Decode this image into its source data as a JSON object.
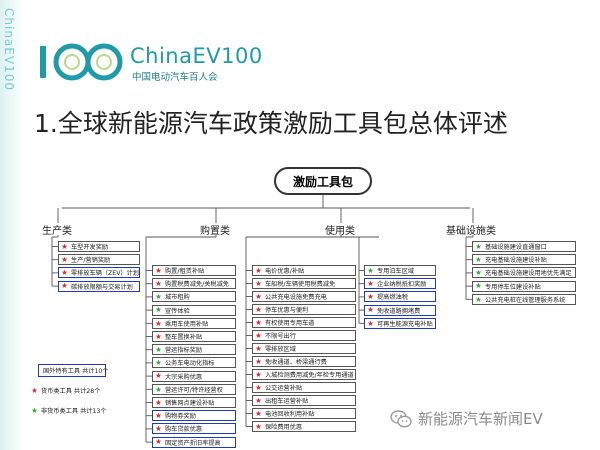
{
  "sidebar": {
    "vertical_text": "ChinaEV100"
  },
  "logo": {
    "brand": "ChinaEV100",
    "subtitle": "中国电动汽车百人会"
  },
  "title": "1.全球新能源汽车政策激励工具包总体评述",
  "diagram": {
    "root": "激励工具包",
    "categories": [
      {
        "label": "生产类",
        "items": [
          {
            "text": "车型开发奖励",
            "star": "red",
            "highlight": false
          },
          {
            "text": "生产/营销奖励",
            "star": "red",
            "highlight": false
          },
          {
            "text": "零排放车辆（ZEV）计划",
            "star": "red",
            "highlight": true
          },
          {
            "text": "碳排放限额与交易计划",
            "star": "red",
            "highlight": true
          }
        ]
      },
      {
        "label": "购置类",
        "items": [
          {
            "text": "购置/租赁补贴",
            "star": "red",
            "highlight": false
          },
          {
            "text": "购置税费减免/关税减免",
            "star": "red",
            "highlight": false
          },
          {
            "text": "城市租购",
            "star": "green",
            "highlight": false
          },
          {
            "text": "宣传体验",
            "star": "green",
            "highlight": false
          },
          {
            "text": "乘用车使用补贴",
            "star": "red",
            "highlight": false
          },
          {
            "text": "整车置换补贴",
            "star": "red",
            "highlight": false
          },
          {
            "text": "营运指标奖励",
            "star": "green",
            "highlight": false
          },
          {
            "text": "公务车电动化指标",
            "star": "green",
            "highlight": false
          },
          {
            "text": "大宗采购优惠",
            "star": "red",
            "highlight": false
          },
          {
            "text": "营运许可/特许经营权",
            "star": "green",
            "highlight": false
          },
          {
            "text": "销售网点建设补贴",
            "star": "red",
            "highlight": false
          },
          {
            "text": "购物券奖励",
            "star": "red",
            "highlight": true
          },
          {
            "text": "购车贷款优惠",
            "star": "red",
            "highlight": true
          },
          {
            "text": "固定资产折旧率提高",
            "star": "red",
            "highlight": true
          }
        ]
      },
      {
        "label": "使用类",
        "items": [
          {
            "text": "电价优惠/补贴",
            "star": "red",
            "highlight": false
          },
          {
            "text": "车船税/车辆使用税费减免",
            "star": "red",
            "highlight": false
          },
          {
            "text": "公共充电设施免费充电",
            "star": "red",
            "highlight": false
          },
          {
            "text": "停车优惠与便利",
            "star": "red",
            "highlight": false
          },
          {
            "text": "有权使用专用车道",
            "star": "red",
            "highlight": false
          },
          {
            "text": "不限号出行",
            "star": "red",
            "highlight": false
          },
          {
            "text": "零排放区域",
            "star": "red",
            "highlight": false
          },
          {
            "text": "免收通道、桥梁通行费",
            "star": "red",
            "highlight": false
          },
          {
            "text": "入城检测费用减免/年检专用通道",
            "star": "red",
            "highlight": false
          },
          {
            "text": "公交运营补贴",
            "star": "red",
            "highlight": false
          },
          {
            "text": "出租车运营补贴",
            "star": "red",
            "highlight": false
          },
          {
            "text": "电池回收利用补贴",
            "star": "red",
            "highlight": false
          },
          {
            "text": "保险费用优惠",
            "star": "red",
            "highlight": false
          }
        ],
        "side_items": [
          {
            "text": "专用泊车区域",
            "star": "green",
            "highlight": false
          },
          {
            "text": "企业纳税抵扣奖励",
            "star": "red",
            "highlight": true
          },
          {
            "text": "提高燃油税",
            "star": "red",
            "highlight": true
          },
          {
            "text": "免收道路拥堵费",
            "star": "red",
            "highlight": true
          },
          {
            "text": "可再生能源充电补贴",
            "star": "red",
            "highlight": true
          }
        ]
      },
      {
        "label": "基础设施类",
        "items": [
          {
            "text": "基础设施建设直通窗口",
            "star": "green",
            "highlight": false
          },
          {
            "text": "充电基础设施建设补贴",
            "star": "green",
            "highlight": false
          },
          {
            "text": "充电基础设施建设用地优先满足",
            "star": "green",
            "highlight": false
          },
          {
            "text": "专用停车位建设补贴",
            "star": "green",
            "highlight": false
          },
          {
            "text": "公共充电桩在线管理服务系统",
            "star": "green",
            "highlight": false
          }
        ]
      }
    ]
  },
  "legend": {
    "foreign": "国外特有工具  共计10个",
    "monetary": "货币类工具  共计28个",
    "non_monetary": "非货币类工具  共计13个"
  },
  "watermark": {
    "text": "新能源汽车新闻EV"
  },
  "colors": {
    "brand": "#1f9aa6",
    "highlight_border": "#1d3bb3",
    "red_star": "#e12b21",
    "green_star": "#39a935"
  }
}
